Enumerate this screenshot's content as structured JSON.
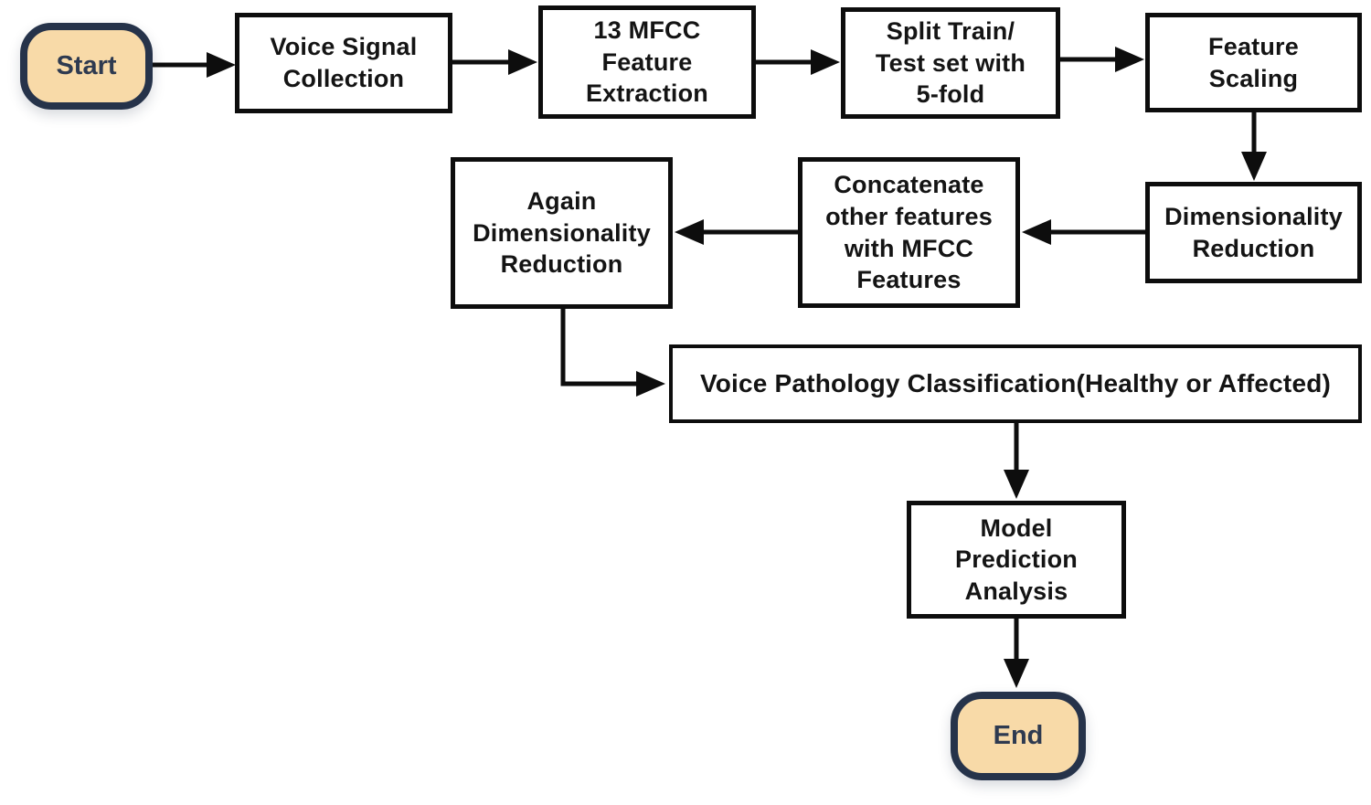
{
  "diagram": {
    "type": "flowchart",
    "colors": {
      "terminal_fill": "#F8DAA8",
      "terminal_border": "#26334A",
      "terminal_text": "#2E3A50",
      "process_fill": "#FFFFFF",
      "process_border": "#0D0D0D",
      "process_text": "#141414",
      "arrow": "#0D0D0D",
      "background": "#FFFFFF"
    },
    "nodes": [
      {
        "id": "start",
        "type": "terminal",
        "label": "Start"
      },
      {
        "id": "voice-signal-collection",
        "type": "process",
        "label": "Voice Signal\nCollection"
      },
      {
        "id": "mfcc-feature-extraction",
        "type": "process",
        "label": "13 MFCC\nFeature\nExtraction"
      },
      {
        "id": "split-train-test",
        "type": "process",
        "label": "Split Train/\nTest set with\n5-fold"
      },
      {
        "id": "feature-scaling",
        "type": "process",
        "label": "Feature\nScaling"
      },
      {
        "id": "dimensionality-reduction",
        "type": "process",
        "label": "Dimensionality\nReduction"
      },
      {
        "id": "concatenate-features",
        "type": "process",
        "label": "Concatenate\nother features\nwith MFCC\nFeatures"
      },
      {
        "id": "again-dimensionality-reduction",
        "type": "process",
        "label": "Again\nDimensionality\nReduction"
      },
      {
        "id": "voice-pathology-classification",
        "type": "process",
        "label": "Voice Pathology Classification(Healthy or Affected)"
      },
      {
        "id": "model-prediction-analysis",
        "type": "process",
        "label": "Model\nPrediction\nAnalysis"
      },
      {
        "id": "end",
        "type": "terminal",
        "label": "End"
      }
    ],
    "edges": [
      {
        "from": "start",
        "to": "voice-signal-collection"
      },
      {
        "from": "voice-signal-collection",
        "to": "mfcc-feature-extraction"
      },
      {
        "from": "mfcc-feature-extraction",
        "to": "split-train-test"
      },
      {
        "from": "split-train-test",
        "to": "feature-scaling"
      },
      {
        "from": "feature-scaling",
        "to": "dimensionality-reduction"
      },
      {
        "from": "dimensionality-reduction",
        "to": "concatenate-features"
      },
      {
        "from": "concatenate-features",
        "to": "again-dimensionality-reduction"
      },
      {
        "from": "again-dimensionality-reduction",
        "to": "voice-pathology-classification"
      },
      {
        "from": "voice-pathology-classification",
        "to": "model-prediction-analysis"
      },
      {
        "from": "model-prediction-analysis",
        "to": "end"
      }
    ]
  }
}
